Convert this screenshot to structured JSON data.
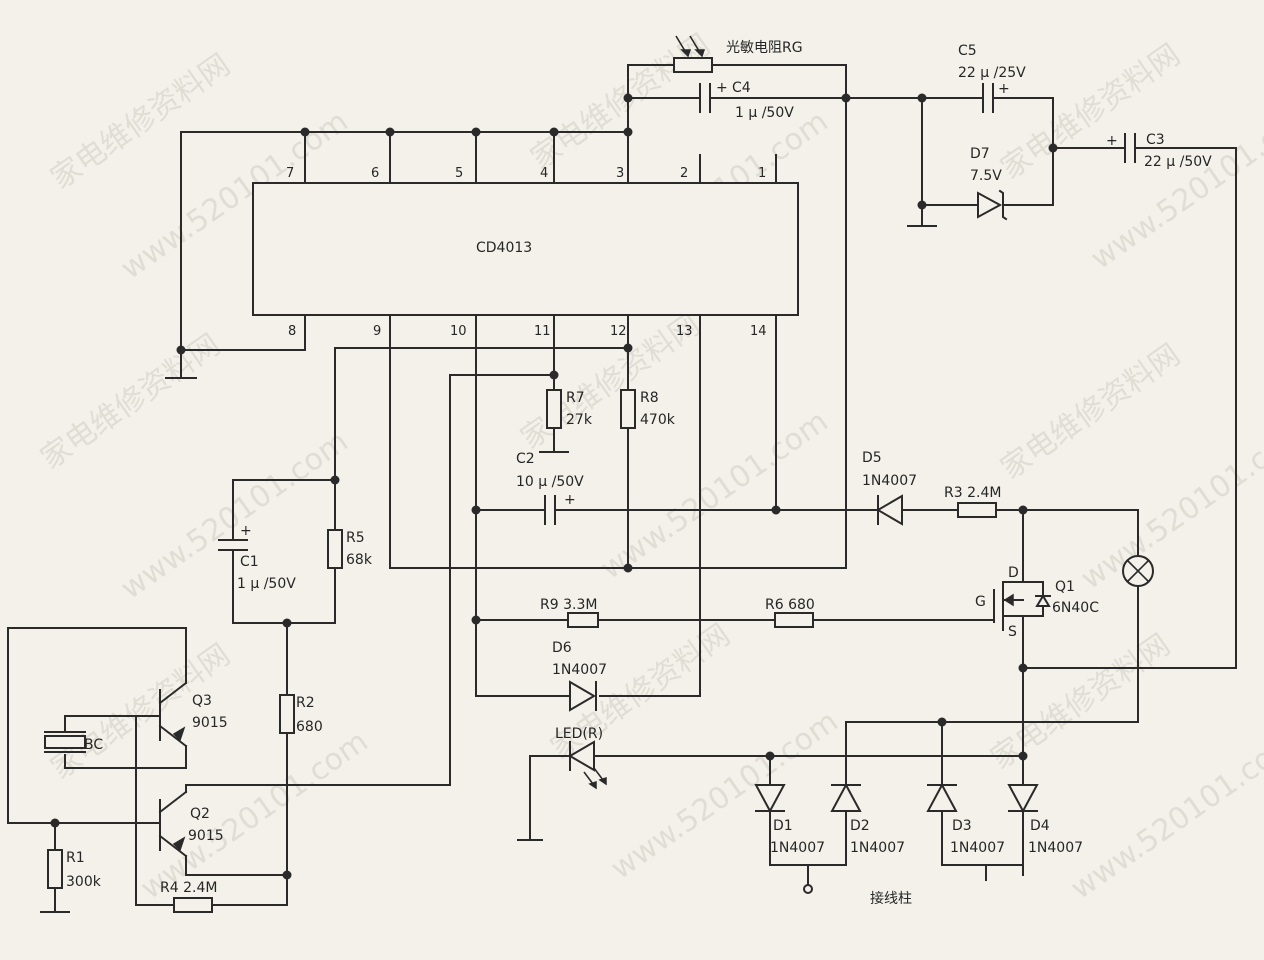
{
  "ic": {
    "name": "CD4013",
    "pins_top": [
      "7",
      "6",
      "5",
      "4",
      "3",
      "2",
      "1"
    ],
    "pins_bottom": [
      "8",
      "9",
      "10",
      "11",
      "12",
      "13",
      "14"
    ]
  },
  "components": {
    "rg": "光敏电阻RG",
    "c4": "C4",
    "c4_val": "1 μ /50V",
    "c5": "C5",
    "c5_val": "22 μ /25V",
    "d7": "D7",
    "d7_val": "7.5V",
    "c3": "C3",
    "c3_val": "22 μ /50V",
    "r7": "R7",
    "r7_val": "27k",
    "r8": "R8",
    "r8_val": "470k",
    "c2": "C2",
    "c2_val": "10 μ /50V",
    "d5": "D5",
    "d5_val": "1N4007",
    "r3": "R3  2.4M",
    "c1": "C1",
    "c1_val": "1 μ /50V",
    "r5": "R5",
    "r5_val": "68k",
    "r9": "R9  3.3M",
    "r6": "R6  680",
    "q1": "Q1",
    "q1_val": "6N40C",
    "q1_d": "D",
    "q1_g": "G",
    "q1_s": "S",
    "d6": "D6",
    "d6_val": "1N4007",
    "led": "LED(R)",
    "q3": "Q3",
    "q3_val": "9015",
    "q2": "Q2",
    "q2_val": "9015",
    "bc": "BC",
    "r2": "R2",
    "r2_val": "680",
    "r1": "R1",
    "r1_val": "300k",
    "r4": "R4  2.4M",
    "d1": "D1",
    "d1_val": "1N4007",
    "d2": "D2",
    "d2_val": "1N4007",
    "d3": "D3",
    "d3_val": "1N4007",
    "d4": "D4",
    "d4_val": "1N4007",
    "terminal": "接线柱"
  },
  "watermark": {
    "site": "www.520101.com",
    "name": "家电维修资料网"
  }
}
